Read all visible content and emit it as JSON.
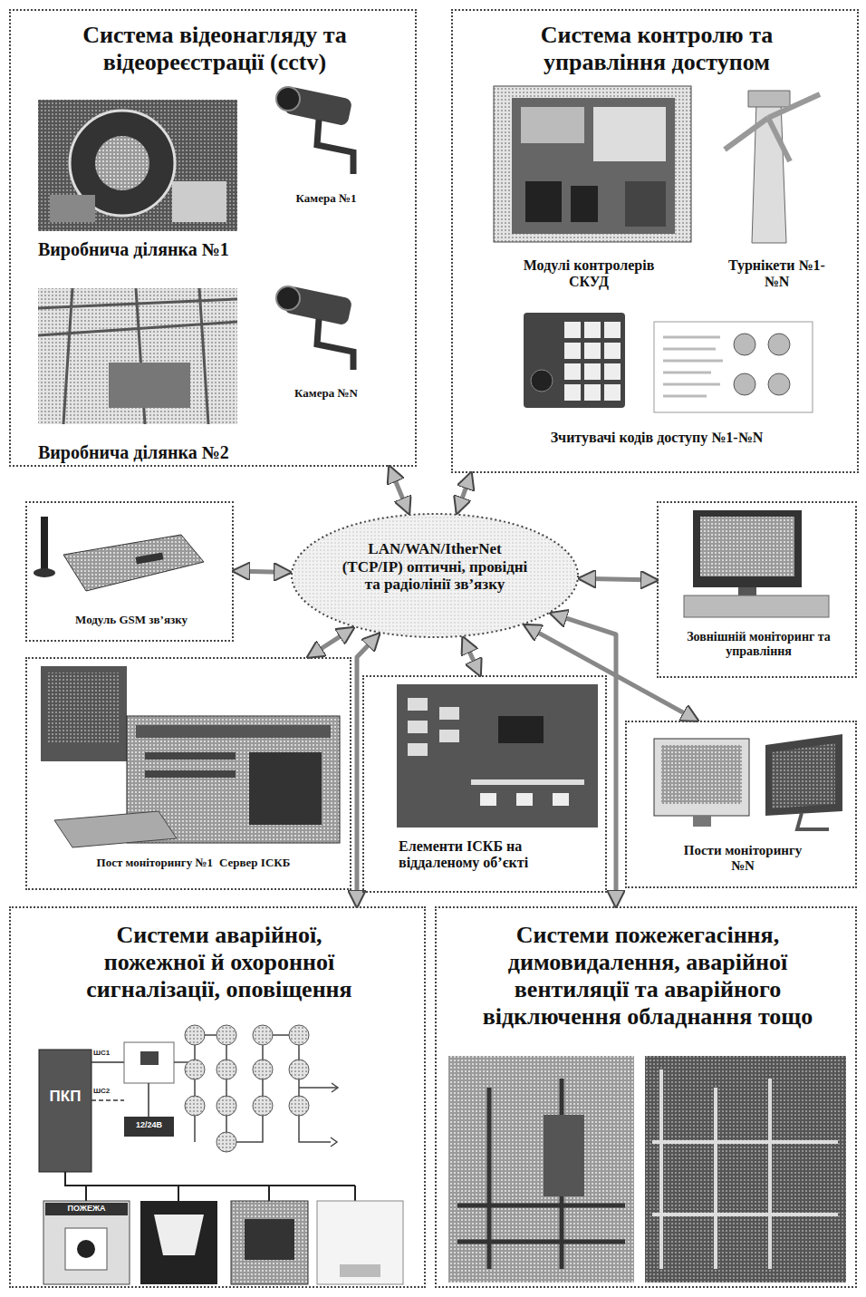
{
  "diagram": {
    "nodes": [
      {
        "text": [
          "Система відеонагляду та відеореєстрації (cctv)",
          "Камера №1",
          "Виробнича ділянка №1",
          "Камера №N",
          "Виробнича ділянка №2"
        ]
      },
      {
        "text": [
          "Система контролю та управління доступом",
          "Модулі контролерів СКУД",
          "Турнікети №1-№N",
          "Зчитувачі кодів доступу №1-№N"
        ]
      },
      {
        "text": [
          "Модуль GSM зв’язку"
        ]
      },
      {
        "text": [
          "LAN/WAN/ItherNet (TCP/IP) оптичні, провідні та радіолінії зв’язку"
        ]
      },
      {
        "text": [
          "Зовнішній моніторинг та управління"
        ]
      },
      {
        "text": [
          "Пост моніторингу №1",
          "Сервер ІСКБ"
        ]
      },
      {
        "text": [
          "Елементи ІСКБ на віддаленому об’єкті"
        ]
      },
      {
        "text": [
          "Пости моніторингу №N"
        ]
      },
      {
        "text": [
          "Системи аварійної, пожежної й охоронної сигналізації, оповіщення"
        ]
      },
      {
        "text": [
          "Системи пожежегасіння, димовидалення, аварійної вентиляції та аварійного відключення обладнання тощо"
        ]
      }
    ],
    "edges": [
      {
        "from": 3,
        "to": 0,
        "arrow": "both"
      },
      {
        "from": 3,
        "to": 1,
        "arrow": "both"
      },
      {
        "from": 3,
        "to": 2,
        "arrow": "both"
      },
      {
        "from": 3,
        "to": 4,
        "arrow": "both"
      },
      {
        "from": 3,
        "to": 5,
        "arrow": "both"
      },
      {
        "from": 3,
        "to": 6,
        "arrow": "both"
      },
      {
        "from": 3,
        "to": 7,
        "arrow": "both"
      },
      {
        "from": 3,
        "to": 8,
        "arrow": "both"
      },
      {
        "from": 3,
        "to": 9,
        "arrow": "both"
      }
    ],
    "labels": [
      "ПКП",
      "ШС1",
      "ШС2",
      "12/24В",
      "ПОЖЕЖА"
    ]
  }
}
